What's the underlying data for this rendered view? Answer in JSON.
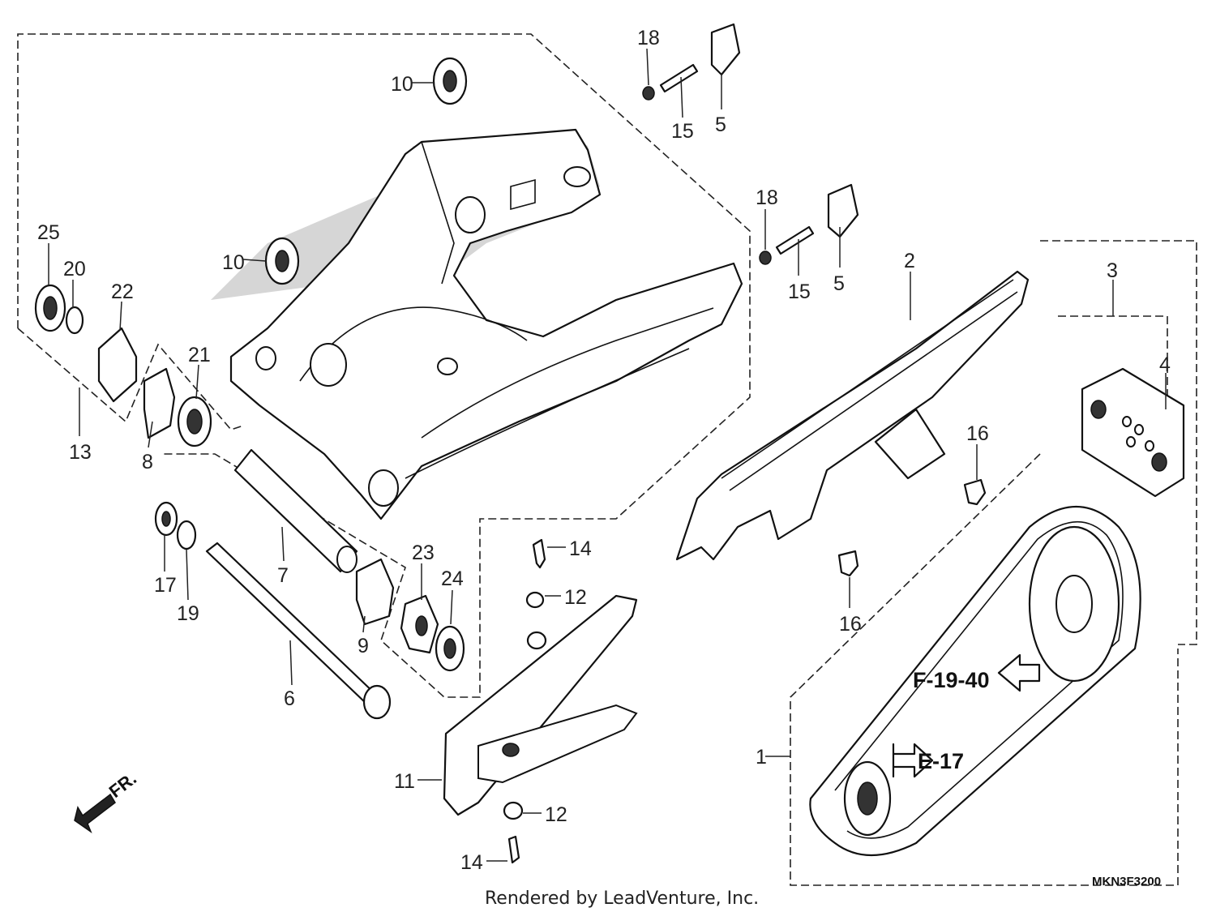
{
  "callouts": [
    "1",
    "2",
    "3",
    "4",
    "5",
    "6",
    "7",
    "8",
    "9",
    "10",
    "11",
    "12",
    "13",
    "14",
    "15",
    "16",
    "17",
    "18",
    "19",
    "20",
    "21",
    "22",
    "23",
    "24",
    "25"
  ],
  "references": {
    "ref_a": "F-19-40",
    "ref_b": "E-17"
  },
  "direction_label": "FR.",
  "diagram_code": "MKN3F3200",
  "credit": "Rendered by LeadVenture, Inc."
}
